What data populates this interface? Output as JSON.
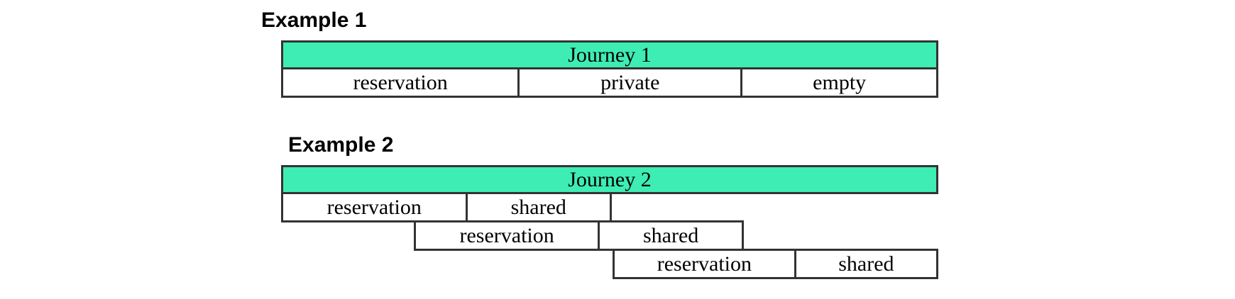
{
  "style": {
    "bar_fill": "#3eedb3",
    "border_color": "#333333",
    "text_color": "#000000",
    "page_background": "#ffffff"
  },
  "examples": [
    {
      "title": "Example 1",
      "journey_label": "Journey 1",
      "rows": [
        {
          "cells": [
            {
              "label": "reservation"
            },
            {
              "label": "private"
            },
            {
              "label": "empty"
            }
          ]
        }
      ]
    },
    {
      "title": "Example 2",
      "journey_label": "Journey 2",
      "rows": [
        {
          "cells": [
            {
              "label": "reservation"
            },
            {
              "label": "shared"
            }
          ]
        },
        {
          "cells": [
            {
              "label": "reservation"
            },
            {
              "label": "shared"
            }
          ]
        },
        {
          "cells": [
            {
              "label": "reservation"
            },
            {
              "label": "shared"
            }
          ]
        }
      ]
    }
  ]
}
